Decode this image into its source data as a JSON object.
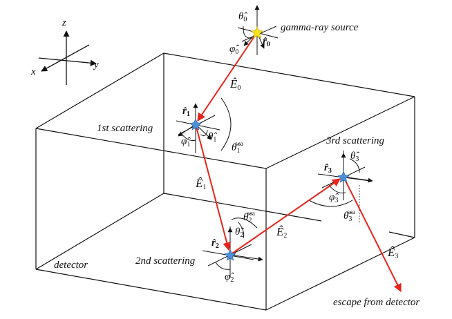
{
  "axes_labels": {
    "x": "x",
    "y": "y",
    "z": "z"
  },
  "labels": {
    "source": "gamma-ray source",
    "first": "1st scattering",
    "second": "2nd scattering",
    "third": "3rd scattering",
    "detector": "detector",
    "escape": "escape from detector"
  },
  "symbols": {
    "r0": "r̂",
    "r0_sub": "0",
    "theta0": "θ̂",
    "theta0_sub": "0",
    "phi0": "φ̂",
    "phi0_sub": "0",
    "E0": "Ê",
    "E0_sub": "0",
    "r1": "r̂",
    "r1_sub": "1",
    "theta1": "θ̂",
    "theta1_sub": "1",
    "phi1": "φ̂",
    "phi1_sub": "1",
    "theta1sca": "θ̂",
    "theta1sca_sub": "1",
    "theta1sca_sup": "sca",
    "E1": "Ê",
    "E1_sub": "1",
    "r2": "r̂",
    "r2_sub": "2",
    "theta2": "θ̂",
    "theta2_sub": "2",
    "phi2": "φ̂",
    "phi2_sub": "2",
    "theta2sca": "θ̂",
    "theta2sca_sub": "2",
    "theta2sca_sup": "sca",
    "E2": "Ê",
    "E2_sub": "2",
    "r3": "r̂",
    "r3_sub": "3",
    "theta3": "θ̂",
    "theta3_sub": "3",
    "phi3": "φ̂",
    "phi3_sub": "3",
    "theta3sca": "θ̂",
    "theta3sca_sub": "3",
    "theta3sca_sup": "sca",
    "E3": "Ê",
    "E3_sub": "3"
  },
  "colors": {
    "ray": "#e8231a",
    "outline": "#111111",
    "source_star": "#f5e61c",
    "scatter_star": "#4a90d9"
  }
}
